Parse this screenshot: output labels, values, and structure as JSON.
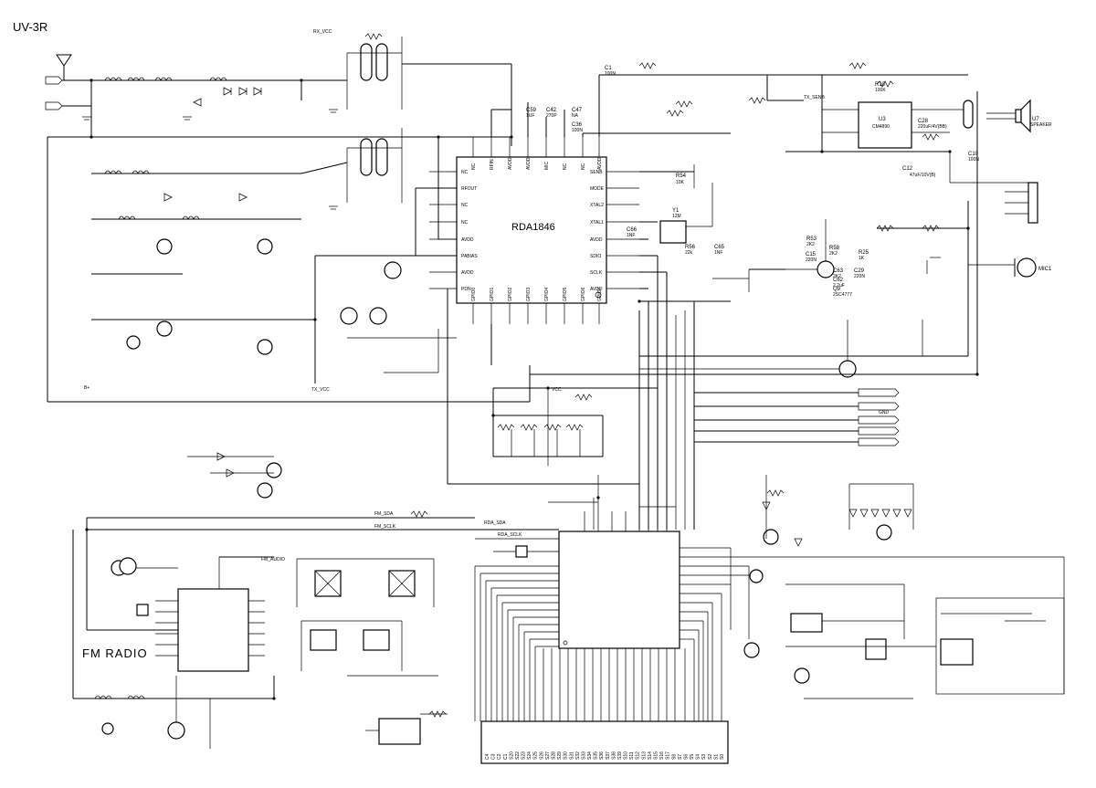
{
  "diagram": {
    "title": "UV-3R",
    "section_label": "FM RADIO",
    "main_chip": {
      "name": "RDA1846",
      "left_pins": [
        "NC",
        "RFOUT",
        "NC",
        "NC",
        "AVDD",
        "PABIAS",
        "AVDD",
        "PDN"
      ],
      "right_pins": [
        "SENB",
        "MODE",
        "XTAL2",
        "XTAL1",
        "AVDD",
        "SDIO",
        "SCLK",
        "AVDD"
      ],
      "top_pins": [
        "NC",
        "RFIN",
        "AVDD",
        "AVDD",
        "MIC",
        "NC",
        "NC",
        "AVDD"
      ],
      "bottom_pins": [
        "GPIO0",
        "GPIO1",
        "GPIO2",
        "GPIO3",
        "GPIO4",
        "GPIO5",
        "GPIO6",
        "GPIO7"
      ]
    },
    "labeled_components": [
      {
        "ref": "C1",
        "value": "100N"
      },
      {
        "ref": "C59",
        "value": "1UF"
      },
      {
        "ref": "C47",
        "value": "NA"
      },
      {
        "ref": "C36",
        "value": "100N"
      },
      {
        "ref": "C42",
        "value": "270P"
      },
      {
        "ref": "R54",
        "value": "10K"
      },
      {
        "ref": "C66",
        "value": "1NF"
      },
      {
        "ref": "C65",
        "value": "1NF"
      },
      {
        "ref": "R56",
        "value": "22k"
      },
      {
        "ref": "Y1",
        "value": "12M"
      },
      {
        "ref": "U3",
        "value": "CM4890"
      },
      {
        "ref": "C28",
        "value": "220uF/4V(BB)"
      },
      {
        "ref": "U7",
        "value": "SPEAKER"
      },
      {
        "ref": "MIC1",
        "value": ""
      },
      {
        "ref": "C15",
        "value": "220N"
      },
      {
        "ref": "R53",
        "value": "2K2"
      },
      {
        "ref": "R58",
        "value": "2K2"
      },
      {
        "ref": "C63",
        "value": "2K2"
      },
      {
        "ref": "C62",
        "value": "2.2uF"
      },
      {
        "ref": "Q9",
        "value": "2SC4777"
      },
      {
        "ref": "R25",
        "value": "1K"
      },
      {
        "ref": "C29",
        "value": "220N"
      },
      {
        "ref": "R10",
        "value": "100K"
      },
      {
        "ref": "C10",
        "value": "100N"
      },
      {
        "ref": "C12",
        "value": "47uF/10V(B)"
      }
    ],
    "bottom_connector_pins": [
      "C4",
      "C3",
      "C2",
      "C1",
      "S20",
      "S22",
      "S23",
      "S24",
      "S25",
      "S26",
      "S27",
      "S28",
      "S29",
      "S30",
      "S31",
      "S32",
      "S33",
      "S34",
      "S35",
      "S36",
      "S37",
      "S38",
      "S39",
      "S10",
      "S11",
      "S12",
      "S13",
      "S14",
      "S15",
      "S16",
      "S17",
      "S8",
      "S7",
      "S6",
      "S5",
      "S4",
      "S3",
      "S2",
      "S1",
      "S0"
    ],
    "net_labels": [
      "FM_SDA",
      "FM_SCLK",
      "FM_AUDIO",
      "TX_SENB",
      "RDA_SDA",
      "RDA_SCLK",
      "VCC",
      "B+",
      "RX_VCC",
      "TX_VCC",
      "GND"
    ]
  },
  "colors": {
    "ink": "#000000",
    "paper": "#ffffff"
  }
}
